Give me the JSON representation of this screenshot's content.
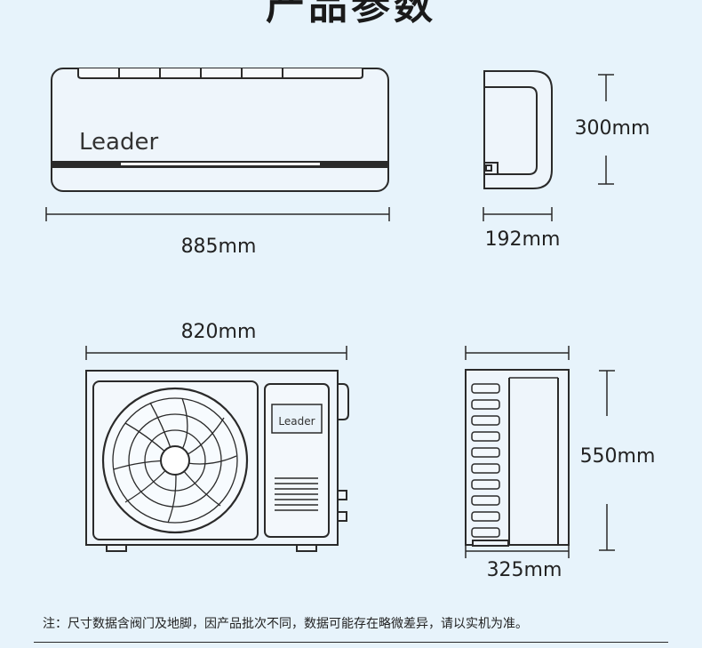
{
  "header": {
    "title": "产品参数"
  },
  "indoor_unit": {
    "brand": "Leader",
    "width": "885mm",
    "height": "300mm",
    "depth": "192mm"
  },
  "outdoor_unit": {
    "brand": "Leader",
    "width": "820mm",
    "height": "550mm",
    "depth": "325mm"
  },
  "footnote": "注：尺寸数据含阀门及地脚，因产品批次不同，数据可能存在略微差异，请以实机为准。",
  "colors": {
    "background": "#e7f3fb",
    "line": "#2a2a2a",
    "panel": "#eaf3fa"
  }
}
